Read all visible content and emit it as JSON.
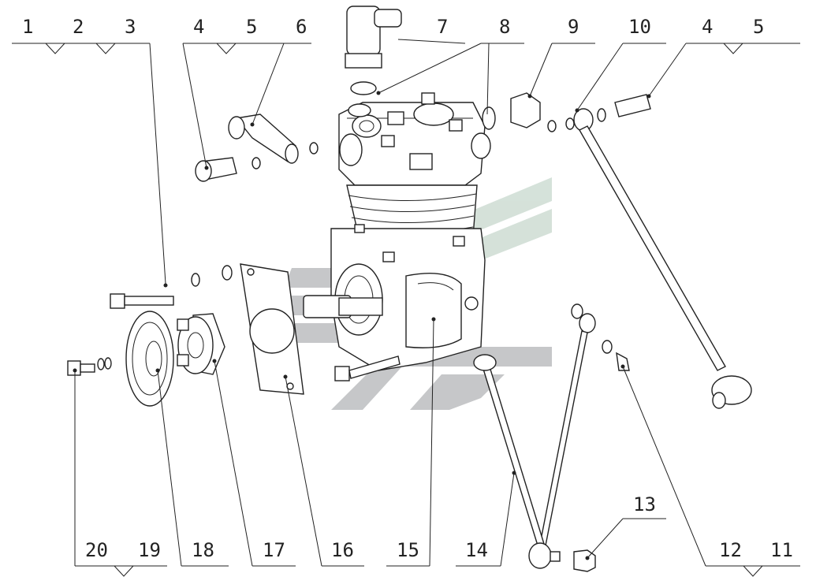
{
  "diagram": {
    "callouts": {
      "c1": "1",
      "c2": "2",
      "c3": "3",
      "c4a": "4",
      "c5a": "5",
      "c6": "6",
      "c7": "7",
      "c8": "8",
      "c9": "9",
      "c10": "10",
      "c4b": "4",
      "c5b": "5",
      "c20": "20",
      "c19": "19",
      "c18": "18",
      "c17": "17",
      "c16": "16",
      "c15": "15",
      "c14": "14",
      "c13": "13",
      "c12": "12",
      "c11": "11"
    },
    "colors": {
      "line": "#222222",
      "watermark_gray": "#c3c5c7",
      "watermark_green": "#d3e0d8",
      "background": "#ffffff"
    },
    "watermark": {
      "icon": "logo-watermark-icon"
    }
  }
}
